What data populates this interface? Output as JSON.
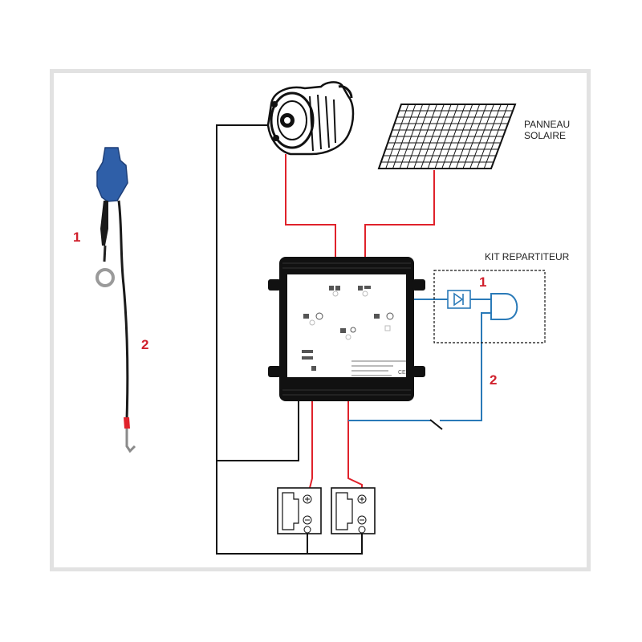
{
  "labels": {
    "solar_panel_line1": "PANNEAU",
    "solar_panel_line2": "SOLAIRE",
    "kit_title": "KIT REPARTITEUR",
    "cable_part_1": "1",
    "cable_part_2": "2",
    "kit_part_1": "1",
    "kit_part_2": "2"
  },
  "colors": {
    "positive_wire": "#e0222b",
    "negative_wire": "#111111",
    "signal_wire": "#2a7ab8",
    "fuse_holder": "#2f5fa8",
    "number_label": "#d0202c",
    "frame_border": "#e2e2e2"
  },
  "components": [
    "alternator-icon",
    "solar-panel-icon",
    "battery-separator-unit",
    "diode-symbol",
    "and-gate-symbol",
    "ignition-switch",
    "battery-1",
    "battery-2",
    "ring-terminal-cable"
  ]
}
